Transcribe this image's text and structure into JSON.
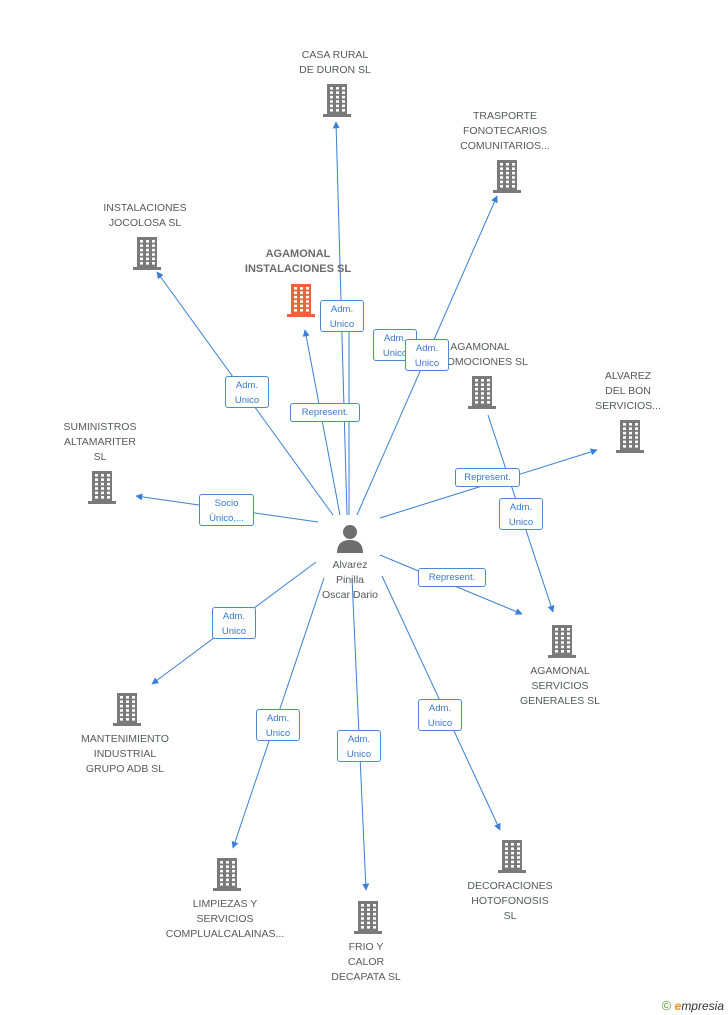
{
  "center": {
    "name": "Alvarez\nPinilla\nOscar Dario"
  },
  "companies": [
    {
      "id": "casa_rural",
      "label": "CASA RURAL\nDE DURON  SL",
      "highlight": false
    },
    {
      "id": "trasporte",
      "label": "TRASPORTE\nFONOTECARIOS\nCOMUNITARIOS...",
      "highlight": false
    },
    {
      "id": "instalaciones_jocolosa",
      "label": "INSTALACIONES\nJOCOLOSA  SL",
      "highlight": false
    },
    {
      "id": "agamonal_instalaciones",
      "label": "AGAMONAL\nINSTALACIONES SL",
      "highlight": true
    },
    {
      "id": "agamonal_promociones",
      "label": "AGAMONAL\nPROMOCIONES SL",
      "highlight": false
    },
    {
      "id": "alvarez_del_bon",
      "label": "ALVAREZ\nDEL BON\nSERVICIOS...",
      "highlight": false
    },
    {
      "id": "suministros",
      "label": "SUMINISTROS\nALTAMARITER\nSL",
      "highlight": false
    },
    {
      "id": "agamonal_servicios",
      "label": "AGAMONAL\nSERVICIOS\nGENERALES SL",
      "highlight": false
    },
    {
      "id": "mantenimiento",
      "label": "MANTENIMIENTO\nINDUSTRIAL\nGRUPO ADB  SL",
      "highlight": false
    },
    {
      "id": "limpiezas",
      "label": "LIMPIEZAS Y\nSERVICIOS\nCOMPLUALCALAINAS...",
      "highlight": false
    },
    {
      "id": "frio",
      "label": "FRIO Y\nCALOR\nDECAPATA  SL",
      "highlight": false
    },
    {
      "id": "decoraciones",
      "label": "DECORACIONES\nHOTOFONOSIS\nSL",
      "highlight": false
    }
  ],
  "relations": [
    {
      "id": "r_casa",
      "label": "Adm.\nUnico"
    },
    {
      "id": "r_agamonal_inst_adm",
      "label": "Adm.\nUnico"
    },
    {
      "id": "r_trasporte",
      "label": "Adm.\nUnico"
    },
    {
      "id": "r_jocolosa",
      "label": "Adm.\nUnico"
    },
    {
      "id": "r_agamonal_inst_rep",
      "label": "Represent."
    },
    {
      "id": "r_promociones",
      "label": "Adm.\nUnico"
    },
    {
      "id": "r_alvarez_bon",
      "label": "Represent."
    },
    {
      "id": "r_prom_servicios",
      "label": "Adm.\nUnico"
    },
    {
      "id": "r_suministros",
      "label": "Socio\nÚnico,..."
    },
    {
      "id": "r_servicios_rep",
      "label": "Represent."
    },
    {
      "id": "r_mantenimiento",
      "label": "Adm.\nUnico"
    },
    {
      "id": "r_limpiezas",
      "label": "Adm.\nUnico"
    },
    {
      "id": "r_frio",
      "label": "Adm.\nUnico"
    },
    {
      "id": "r_decoraciones",
      "label": "Adm.\nUnico"
    }
  ],
  "colors": {
    "edge": "#3a7fd5",
    "building": "#7a7a7a",
    "highlight": "#f0623a",
    "person": "#6e6e6e"
  },
  "footer": {
    "copyright": "©",
    "brand_e": "e",
    "brand_rest": "mpresia"
  }
}
